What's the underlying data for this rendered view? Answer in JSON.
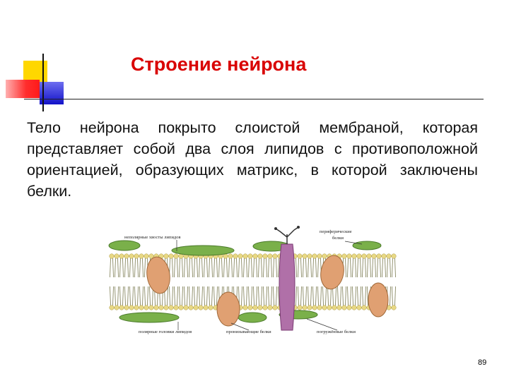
{
  "slide": {
    "title": "Строение нейрона",
    "body": "Тело нейрона покрыто слоистой мембраной, которая представляет собой два слоя липидов с противоположной ориентацией, образующих матрикс, в которой заключены белки.",
    "page_number": "89"
  },
  "diagram": {
    "labels": {
      "tails": "неполярные хвосты липидов",
      "peripheral_1": "периферические",
      "peripheral_2": "белки",
      "heads": "полярные головки липидов",
      "penetrating": "пронизывающие белки",
      "semi": "погружённые белки"
    },
    "colors": {
      "heads": "#e8d884",
      "tails": "#7a7a50",
      "green_protein": "#7ab04a",
      "orange_protein": "#e0a072",
      "purple_protein": "#b070a8"
    }
  }
}
